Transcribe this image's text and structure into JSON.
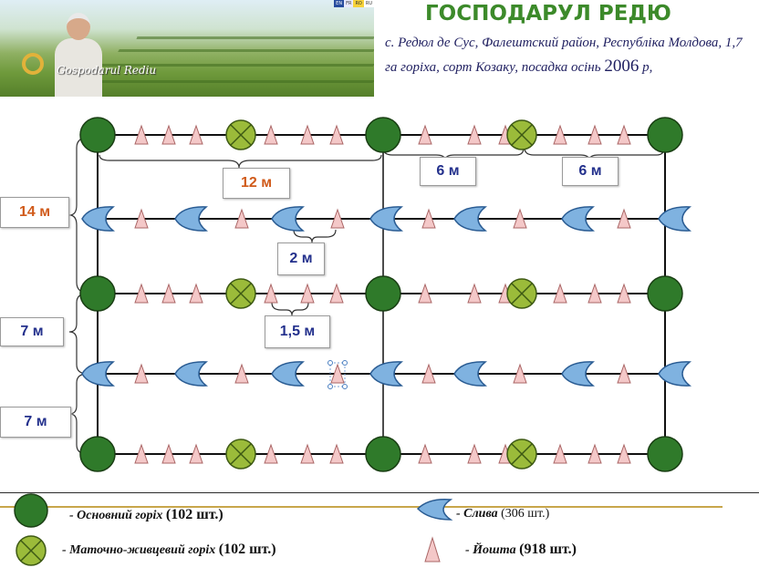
{
  "header": {
    "title": "ГОСПОДАРУЛ РЕДЮ",
    "subtitle_line1": "с. Редюл де Сус, Фалештский район, Республіка Молдова, 1,7",
    "subtitle_line2_a": "га горіха, сорт Козаку, посадка осінь ",
    "subtitle_year": "2006",
    "subtitle_line2_b": " р,",
    "brand": "Gospodarul Rediu",
    "flags": [
      "EN",
      "FR",
      "RO",
      "RU"
    ]
  },
  "labels": {
    "dist_12": "12 м",
    "dist_6a": "6 м",
    "dist_6b": "6 м",
    "dist_14": "14 м",
    "dist_2": "2 м",
    "dist_7a": "7 м",
    "dist_15": "1,5 м",
    "dist_7b": "7 м"
  },
  "legend": {
    "walnut_main": "- Основний горіх ",
    "walnut_main_count": "(102 шт.)",
    "plum": "- Слива ",
    "plum_count": "(306 шт.)",
    "walnut_pollinator": "- Маточно-живцевий горіх ",
    "walnut_pollinator_count": "(102 шт.)",
    "yoshta": "- Йошта ",
    "yoshta_count": "(918 шт.)"
  },
  "colors": {
    "walnut_main": "#2f7a2a",
    "walnut_pollinator": "#9bbb3a",
    "plum": "#7fb2e0",
    "yoshta": "#f4c8c8",
    "accent_orange": "#d05a1a",
    "accent_blue": "#23308c"
  }
}
